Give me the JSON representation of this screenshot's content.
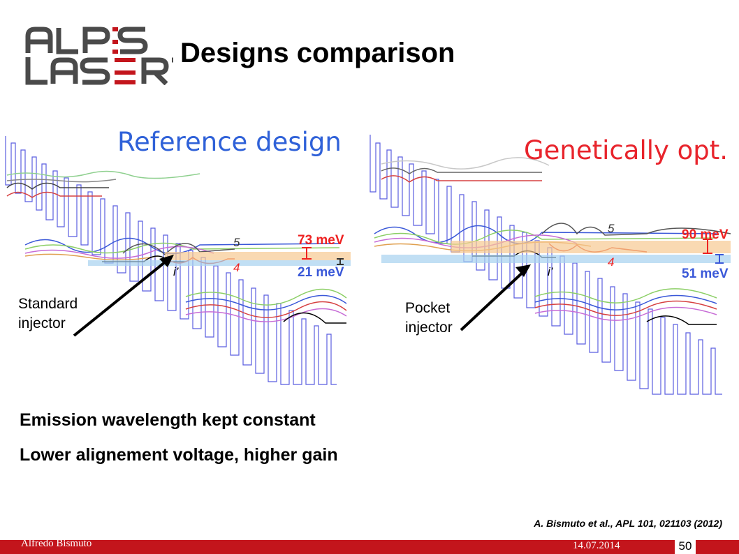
{
  "logo": {
    "line1": "ALPES",
    "line2": "LASERS",
    "colors": {
      "grey": "#4a4a4a",
      "red": "#c3151c"
    }
  },
  "slide": {
    "title": "Designs comparison"
  },
  "diagrams": {
    "left": {
      "heading": "Reference design",
      "heading_color": "#2f61d8",
      "upper_energy": "73 meV",
      "lower_energy": "21 meV",
      "level_upper": "5",
      "level_lower": "4",
      "level_injector": "i’",
      "injector_line1": "Standard",
      "injector_line2": "injector"
    },
    "right": {
      "heading": "Genetically opt.",
      "heading_color": "#e8242c",
      "upper_energy": "90 meV",
      "lower_energy": "51 meV",
      "level_upper": "5",
      "level_lower": "4",
      "level_injector": "i’",
      "injector_line1": "Pocket",
      "injector_line2": "injector"
    }
  },
  "bullets": [
    "Emission wavelength kept constant",
    "Lower alignement voltage, higher gain"
  ],
  "citation": "A. Bismuto et al., APL 101, 021103 (2012)",
  "footer": {
    "author": "Alfredo Bismuto",
    "date": "14.07.2014",
    "page": "50"
  }
}
